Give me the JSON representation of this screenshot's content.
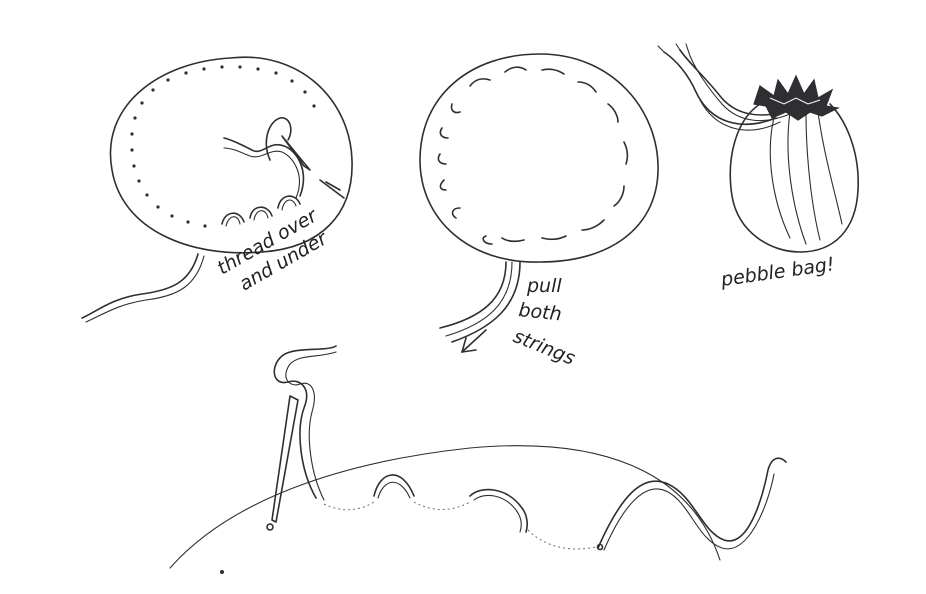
{
  "labels": {
    "step1_line1": "thread over",
    "step1_line2": "and under",
    "step2_line1": "pull",
    "step2_line2": "both",
    "step2_line3": "strings",
    "step3": "pebble bag!"
  }
}
